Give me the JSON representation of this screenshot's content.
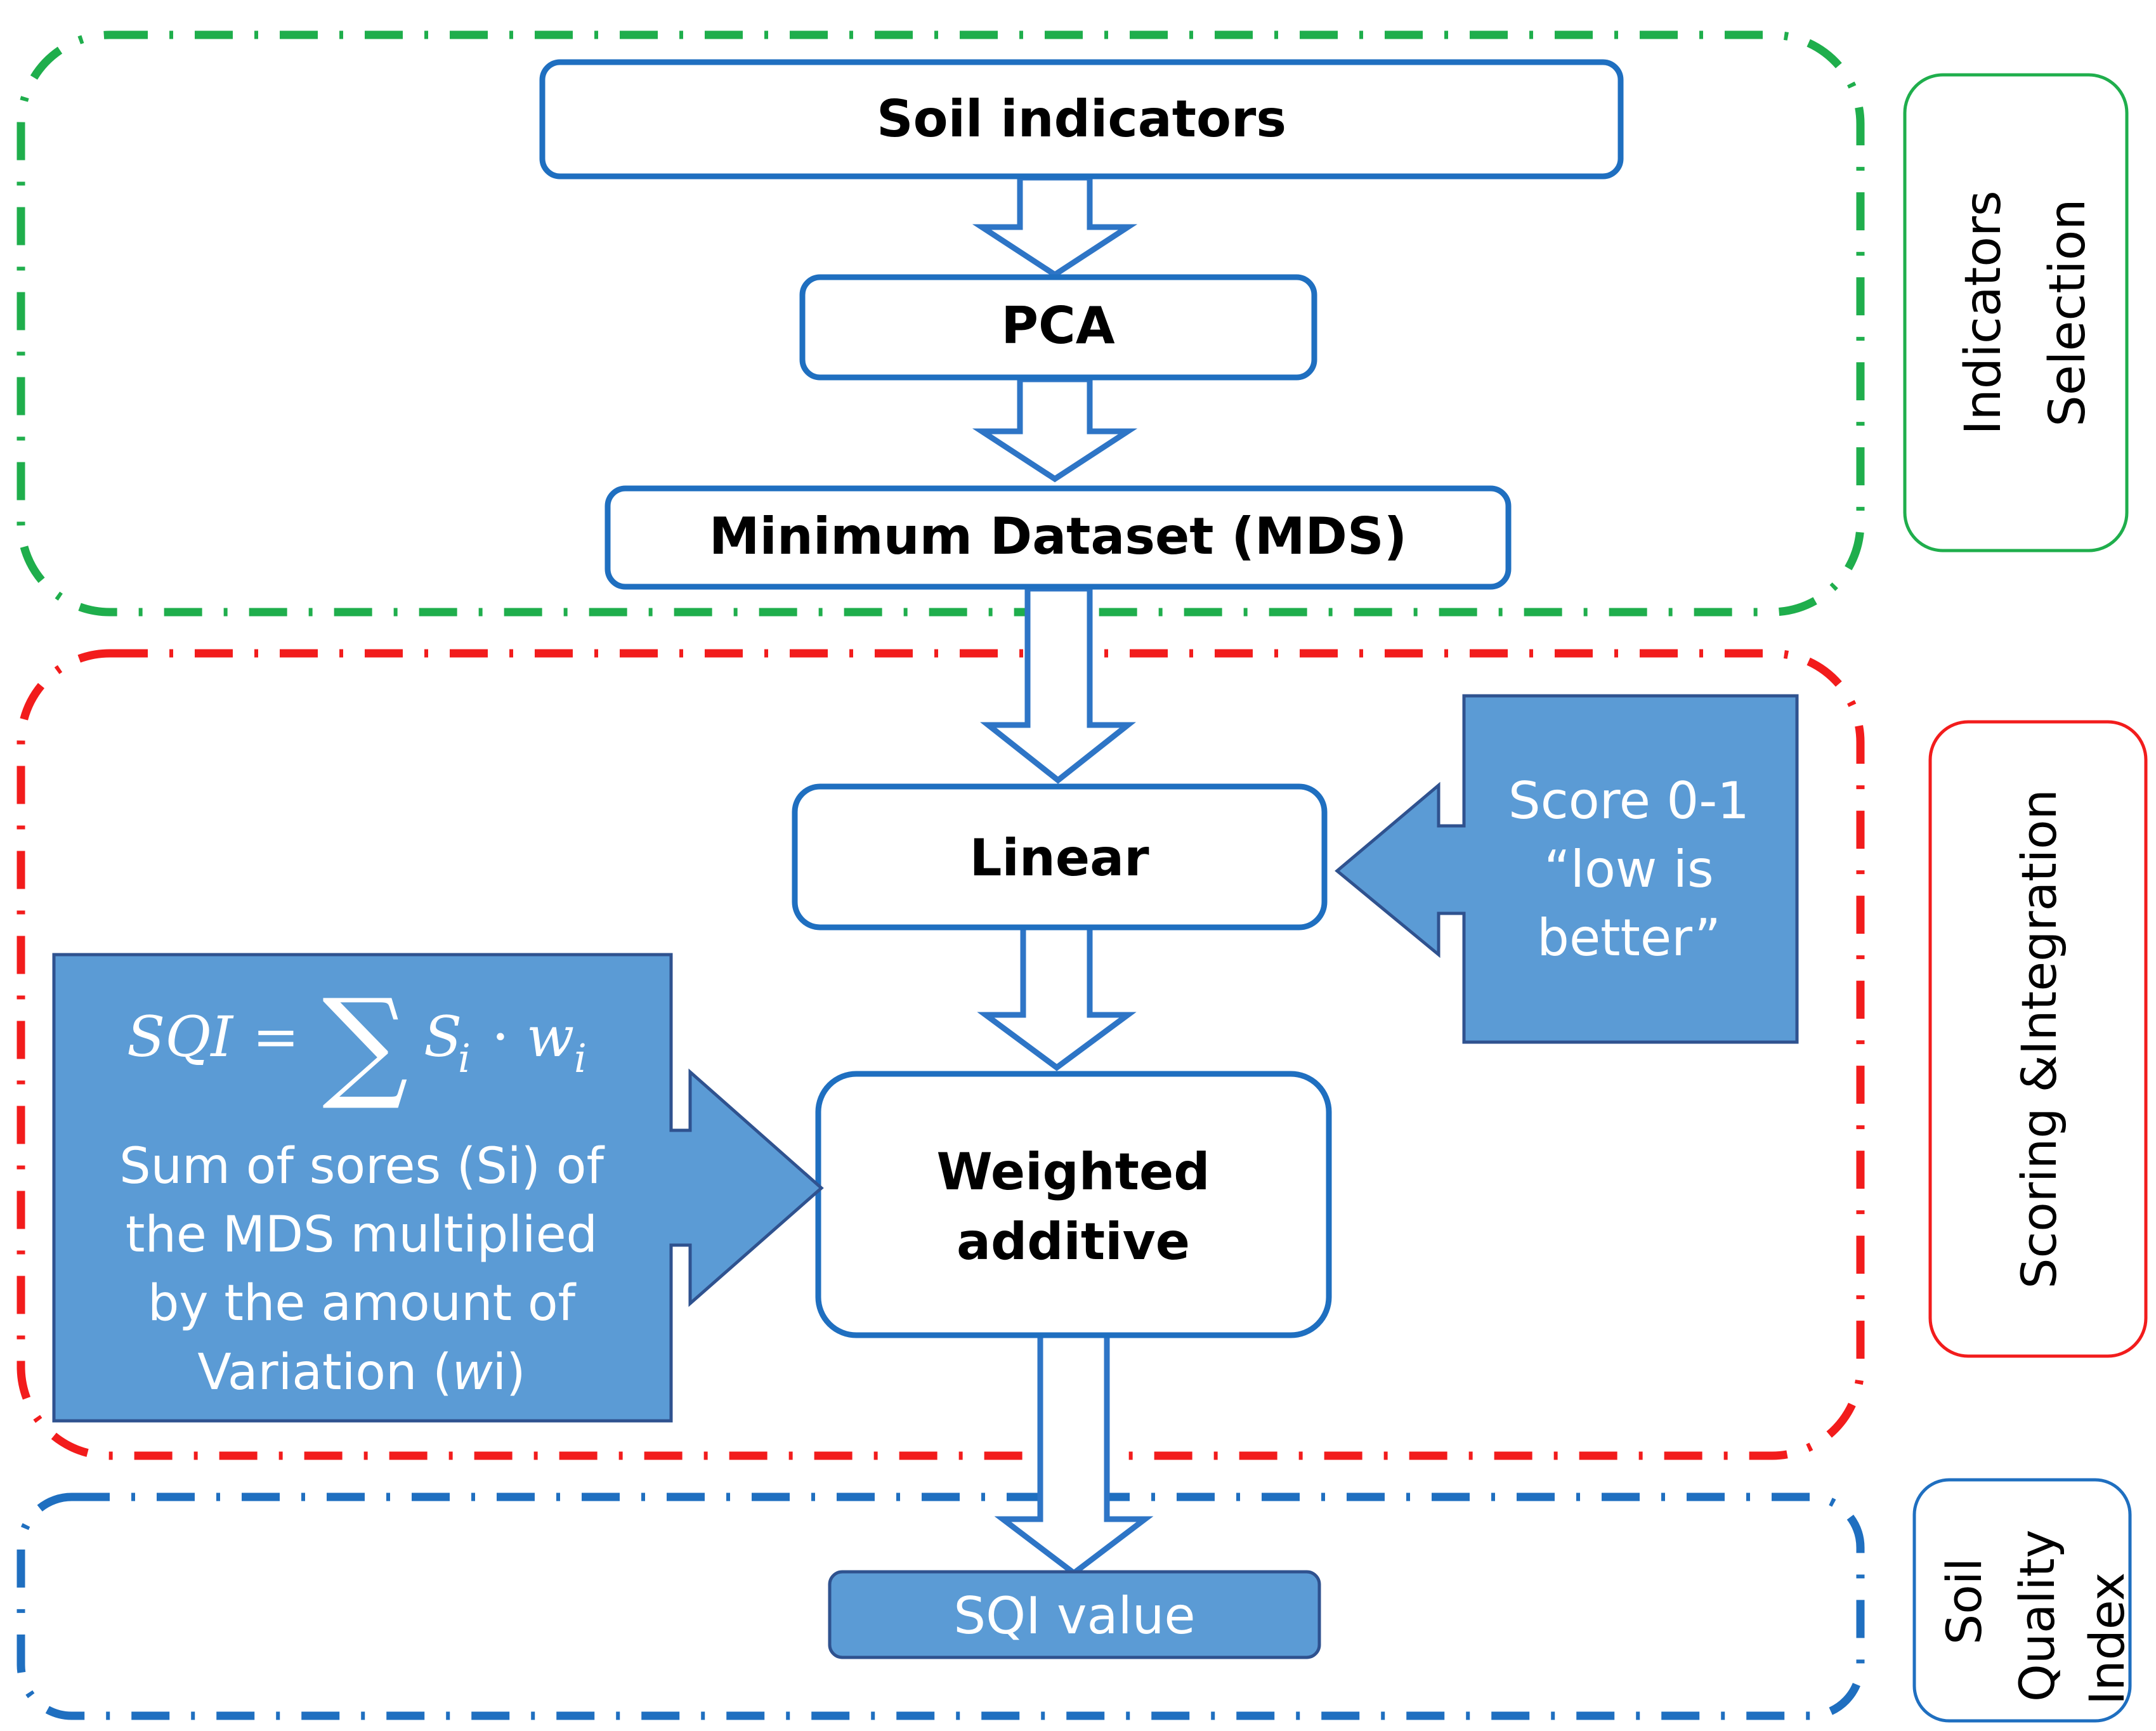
{
  "colors": {
    "box_border": "#1f6fc0",
    "arrow_border": "#2e75c6",
    "panel_fill": "#5b9bd5",
    "panel_border": "#2f528f",
    "group_selection": "#1fae4c",
    "group_scoring": "#f21c1c",
    "group_index": "#1f6fc0"
  },
  "boxes": {
    "soil_indicators": "Soil indicators",
    "pca": "PCA",
    "mds": "Minimum Dataset (MDS)",
    "linear": "Linear",
    "weighted_line1": "Weighted",
    "weighted_line2": "additive",
    "sqi_value": "SQI value"
  },
  "score_panel": {
    "line1": "Score 0-1",
    "line2": "“low is",
    "line3": "better”"
  },
  "formula_panel": {
    "lhs": "SQI",
    "equals": "=",
    "sum": "∑",
    "s": "S",
    "s_sub": "i",
    "dot": "·",
    "w": "w",
    "w_sub": "i",
    "desc_line1": "Sum of sores (Si) of",
    "desc_line2": "the MDS multiplied",
    "desc_line3": "by the amount of",
    "desc_line4_pre": "Variation (",
    "desc_line4_italic": "w",
    "desc_line4_post": "i)"
  },
  "side_labels": {
    "selection_line1": "Indicators",
    "selection_line2": "Selection",
    "scoring": "Scoring &Integration",
    "index_line1": "Soil",
    "index_line2": "Quality",
    "index_line3": "Index"
  }
}
